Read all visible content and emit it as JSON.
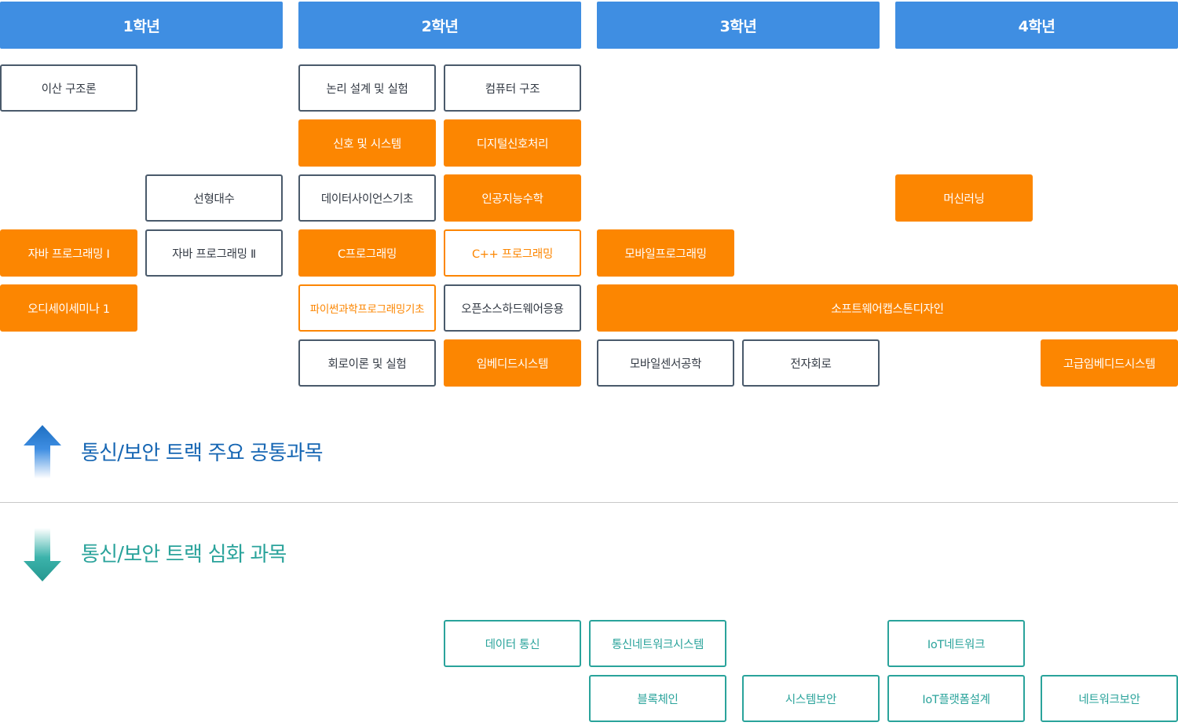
{
  "years": [
    {
      "label": "1학년"
    },
    {
      "label": "2학년"
    },
    {
      "label": "3학년"
    },
    {
      "label": "4학년"
    }
  ],
  "common_courses": {
    "discrete_structures": "이산 구조론",
    "logic_design_lab": "논리 설계 및 실험",
    "computer_architecture": "컴퓨터 구조",
    "signals_systems": "신호 및 시스템",
    "digital_signal_processing": "디지털신호처리",
    "linear_algebra": "선형대수",
    "data_science_basics": "데이터사이언스기초",
    "ai_math": "인공지능수학",
    "machine_learning": "머신러닝",
    "java_programming_1": "자바 프로그래밍 Ⅰ",
    "java_programming_2": "자바 프로그래밍 Ⅱ",
    "c_programming": "C프로그래밍",
    "cpp_programming": "C++ 프로그래밍",
    "mobile_programming": "모바일프로그래밍",
    "odyssey_seminar": "오디세이세미나 1",
    "python_science_programming": "파이썬과학프로그래밍기초",
    "open_source_hardware": "오픈소스하드웨어응용",
    "software_capstone": "소프트웨어캡스톤디자인",
    "circuit_theory_lab": "회로이론 및 실험",
    "embedded_systems": "임베디드시스템",
    "mobile_sensor_engineering": "모바일센서공학",
    "electronic_circuits": "전자회로",
    "advanced_embedded_systems": "고급임베디드시스템"
  },
  "section_common_title": "통신/보안 트랙 주요 공통과목",
  "section_advanced_title": "통신/보안 트랙 심화 과목",
  "advanced_courses": {
    "data_communication": "데이터 통신",
    "communication_network_systems": "통신네트워크시스템",
    "iot_network": "IoT네트워크",
    "blockchain": "블록체인",
    "system_security": "시스템보안",
    "iot_platform_design": "IoT플랫폼설계",
    "network_security": "네트워크보안"
  },
  "colors": {
    "header_blue": "#3f8ee2",
    "orange": "#fc8601",
    "teal": "#2aa39b",
    "navy_title": "#1666b3"
  },
  "icons": {
    "up_arrow": "arrow-up-icon",
    "down_arrow": "arrow-down-icon"
  }
}
